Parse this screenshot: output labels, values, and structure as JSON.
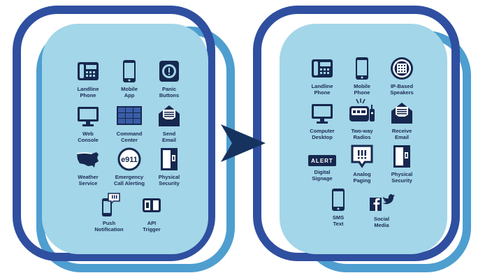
{
  "colors": {
    "frame_dark": "#2f4fa0",
    "frame_light": "#4e9ed0",
    "panel": "#a3d6e8",
    "ink": "#16284f",
    "arrow": "#16325f"
  },
  "inputs": {
    "items": [
      {
        "label": "Landline\nPhone",
        "icon": "landline-phone-icon"
      },
      {
        "label": "Mobile\nApp",
        "icon": "mobile-phone-icon"
      },
      {
        "label": "Panic\nButtons",
        "icon": "panic-button-icon"
      },
      {
        "label": "Web\nConsole",
        "icon": "monitor-icon"
      },
      {
        "label": "Command\nCenter",
        "icon": "video-wall-icon"
      },
      {
        "label": "Send\nEmail",
        "icon": "email-icon"
      },
      {
        "label": "Weather\nService",
        "icon": "usa-map-icon"
      },
      {
        "label": "Emergency\nCall Alerting",
        "icon": "e911-icon"
      },
      {
        "label": "Physical\nSecurity",
        "icon": "door-icon"
      },
      {
        "label": "Push\nNotification",
        "icon": "push-notification-icon"
      },
      {
        "label": "API\nTrigger",
        "icon": "api-icon"
      }
    ]
  },
  "outputs": {
    "items": [
      {
        "label": "Landline\nPhone",
        "icon": "landline-phone-icon"
      },
      {
        "label": "Mobile\nPhone",
        "icon": "mobile-phone-icon"
      },
      {
        "label": "IP-Based\nSpeakers",
        "icon": "speaker-icon"
      },
      {
        "label": "Computer\nDesktop",
        "icon": "monitor-icon"
      },
      {
        "label": "Two-way\nRadios",
        "icon": "radio-icon"
      },
      {
        "label": "Receive\nEmail",
        "icon": "email-icon"
      },
      {
        "label": "Digital\nSignage",
        "icon": "alert-sign-icon",
        "sign_text": "ALERT"
      },
      {
        "label": "Analog\nPaging",
        "icon": "paging-icon"
      },
      {
        "label": "Physical\nSecurity",
        "icon": "door-icon"
      },
      {
        "label": "SMS\nText",
        "icon": "sms-phone-icon"
      },
      {
        "label": "Social\nMedia",
        "icon": "social-media-icon"
      }
    ]
  },
  "arrow": {
    "icon": "arrow-right-icon"
  }
}
